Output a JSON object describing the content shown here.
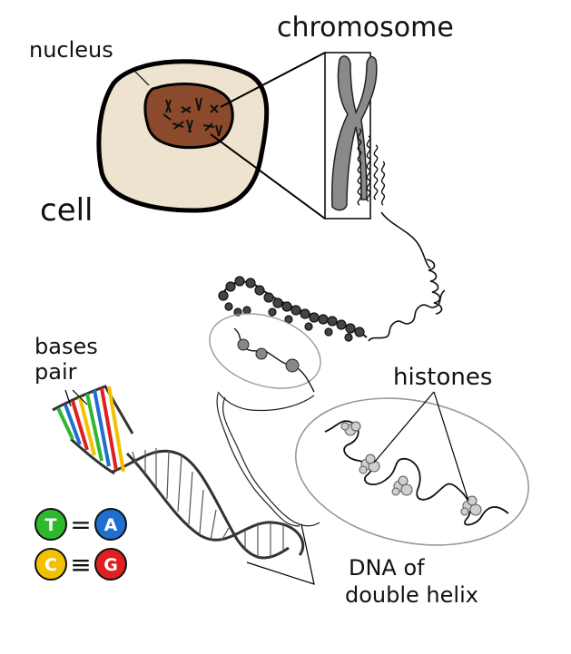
{
  "labels": {
    "nucleus": "nucleus",
    "cell": "cell",
    "chromosome": "chromosome",
    "bases_line1": "bases",
    "bases_line2": "pair",
    "histones": "histones",
    "dna_line1": "DNA of",
    "dna_line2": "double helix"
  },
  "base_pairs": [
    {
      "left": "T",
      "symbol": "=",
      "right": "A",
      "left_color": "#2eb82e",
      "right_color": "#1f6fd1"
    },
    {
      "left": "C",
      "symbol": "≡",
      "right": "G",
      "left_color": "#f2c200",
      "right_color": "#e02020"
    }
  ],
  "colors": {
    "cell_fill": "#ede3cf",
    "nucleus_fill": "#8b4a2b",
    "chromosome_fill": "#8a8a8a",
    "rung_colors": [
      "#2eb82e",
      "#1f6fd1",
      "#f2c200",
      "#e02020"
    ]
  }
}
